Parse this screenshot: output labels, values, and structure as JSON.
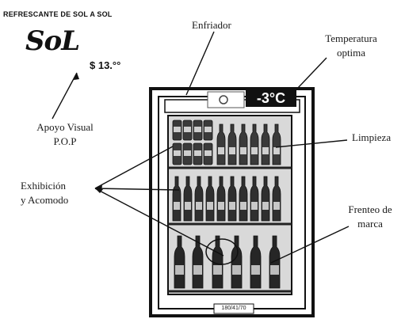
{
  "promo": {
    "title": "REFRESCANTE DE SOL A SOL",
    "brand": "SoL",
    "price": "$ 13.°°"
  },
  "fridge": {
    "temperature": "-3°C",
    "bottom_plate": "180/41/70"
  },
  "labels": {
    "enfriador": "Enfriador",
    "temperatura": "Temperatura",
    "temperatura_2": "optima",
    "apoyo": "Apoyo Visual",
    "apoyo_2": "P.O.P",
    "limpieza": "Limpieza",
    "exhibicion": "Exhibición",
    "exhibicion_2": "y Acomodo",
    "frenteo": "Frenteo de",
    "frenteo_2": "marca"
  }
}
